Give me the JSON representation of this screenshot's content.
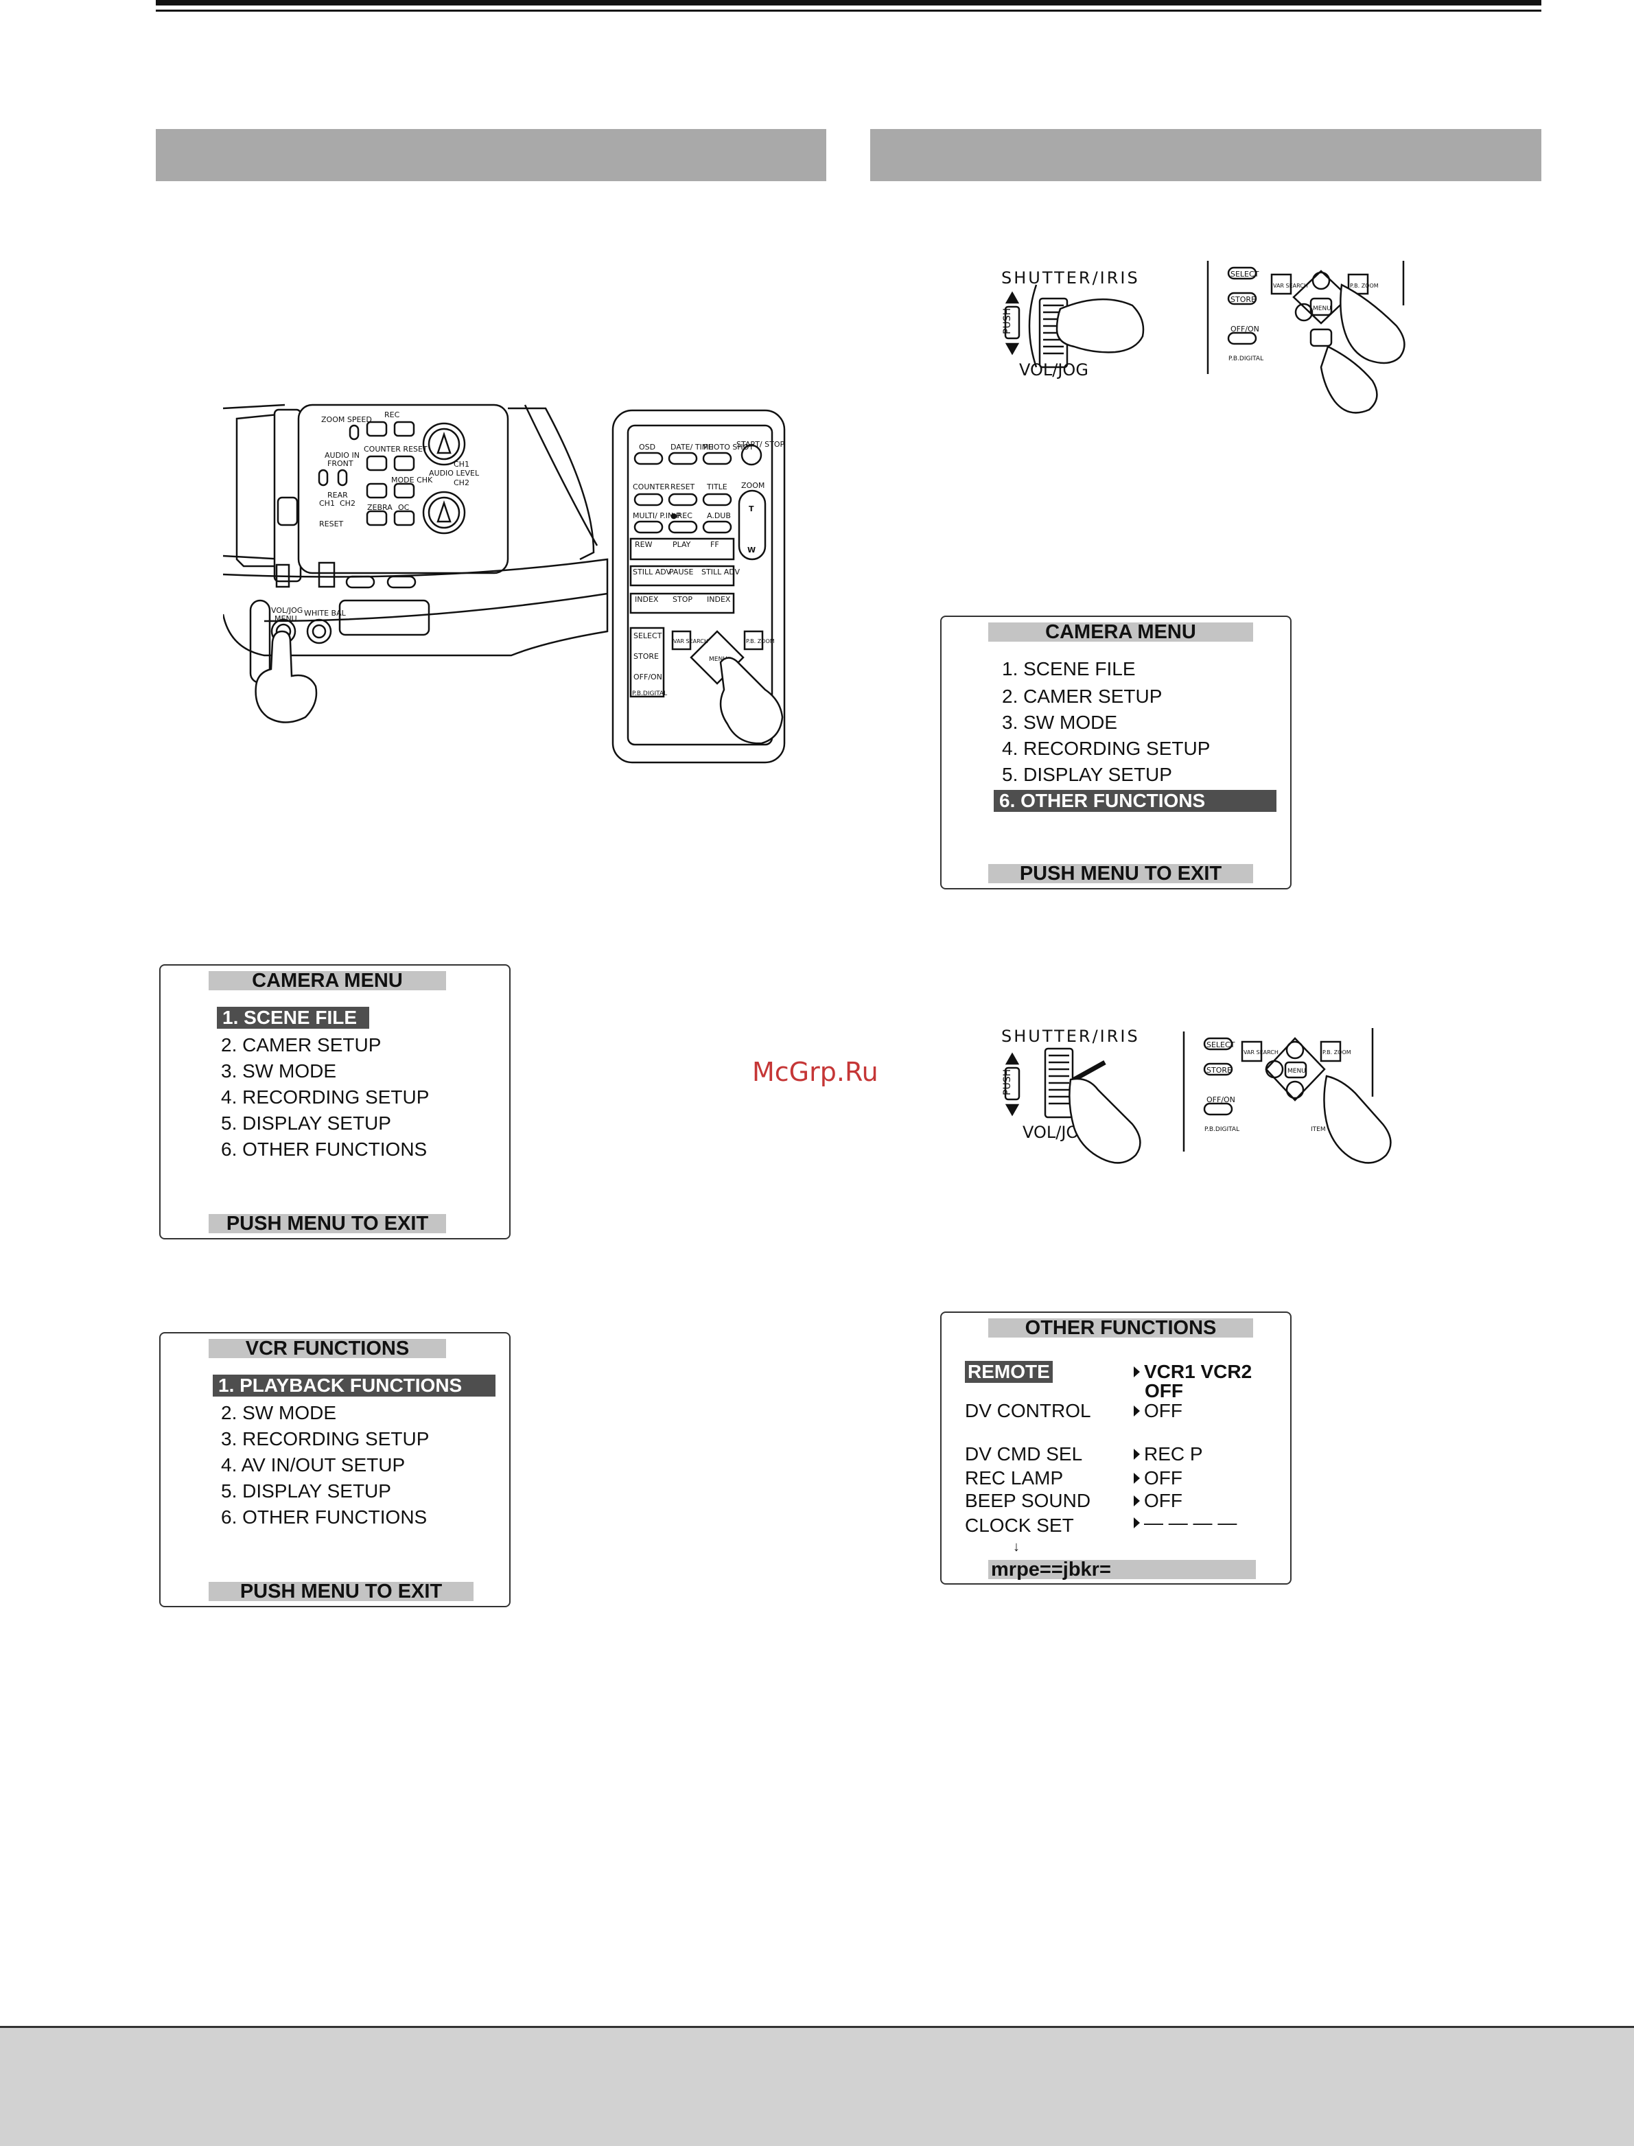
{
  "watermark": "McGrp.Ru",
  "camera_menu_1": {
    "title": "CAMERA MENU",
    "items": [
      "1. SCENE FILE",
      "2. CAMER SETUP",
      "3. SW MODE",
      "4. RECORDING SETUP",
      "5. DISPLAY SETUP",
      "6. OTHER FUNCTIONS"
    ],
    "footer": "PUSH MENU TO EXIT"
  },
  "vcr_functions": {
    "title": "VCR FUNCTIONS",
    "items": [
      "1. PLAYBACK FUNCTIONS",
      "2. SW MODE",
      "3. RECORDING SETUP",
      "4. AV IN/OUT SETUP",
      "5. DISPLAY SETUP",
      "6. OTHER FUNCTIONS"
    ],
    "footer": "PUSH MENU TO EXIT"
  },
  "camera_menu_2": {
    "title": "CAMERA MENU",
    "items": [
      "1. SCENE FILE",
      "2. CAMER SETUP",
      "3. SW MODE",
      "4. RECORDING SETUP",
      "5. DISPLAY SETUP",
      "6. OTHER FUNCTIONS"
    ],
    "footer": "PUSH MENU TO EXIT"
  },
  "other_functions": {
    "title": "OTHER FUNCTIONS",
    "rows": [
      {
        "label": "REMOTE",
        "value": "VCR1 VCR2",
        "value2": "OFF"
      },
      {
        "label": "DV CONTROL",
        "value": "OFF"
      },
      {
        "label": "DV CMD SEL",
        "value": "REC P"
      },
      {
        "label": "REC LAMP",
        "value": "OFF"
      },
      {
        "label": "BEEP SOUND",
        "value": "OFF"
      },
      {
        "label": "CLOCK SET",
        "value": "— — — —"
      }
    ],
    "arrow": "↓",
    "footer": "mrpe==jbkr="
  },
  "jog_1": {
    "top": "SHUTTER/IRIS",
    "bottom": "VOL/JOG",
    "push": "PUSH"
  },
  "jog_2": {
    "top": "SHUTTER/IRIS",
    "bottom": "VOL/JOG",
    "push": "PUSH"
  },
  "remote_keys": {
    "select": "SELECT",
    "store": "STORE",
    "offon": "OFF/ON",
    "vardigital": "P.B.DIGITAL",
    "menu": "MENU",
    "var_search": "VAR SEARCH",
    "pb_zoom": "P.B. ZOOM",
    "item": "ITEM"
  },
  "camera_panel": {
    "zoom_speed": "ZOOM SPEED",
    "rec": "REC",
    "counter_reset": "COUNTER  RESET",
    "audio_in": "AUDIO IN",
    "front": "FRONT",
    "rear": "REAR",
    "ch1": "CH1",
    "ch2": "CH2",
    "audio_level": "AUDIO LEVEL",
    "reset": "RESET",
    "zebra": "ZEBRA",
    "oc": "OC",
    "mode_chk": "MODE CHK",
    "vol_jog": "VOL/JOG",
    "menu": "MENU",
    "white_bal": "WHITE BAL"
  },
  "remote": {
    "osd": "OSD",
    "date_time": "DATE/ TIME",
    "photo_shot": "PHOTO SHOT",
    "start_stop": "START/ STOP",
    "counter": "COUNTER",
    "reset": "RESET",
    "title": "TITLE",
    "zoom": "ZOOM",
    "multi": "MULTI/ P.IN.P",
    "rec": "●REC",
    "adub": "A.DUB",
    "t": "T",
    "w": "W",
    "rew": "REW",
    "play": "PLAY",
    "ff": "FF",
    "still_adv_l": "STILL ADV",
    "pause": "PAUSE",
    "still_adv_r": "STILL ADV",
    "index_l": "INDEX",
    "stop": "STOP",
    "index_r": "INDEX",
    "select": "SELECT",
    "store": "STORE",
    "offon": "OFF/ON",
    "pbdigital": "P.B.DIGITAL",
    "var_search": "VAR SEARCH",
    "pb_zoom": "P.B. ZOOM",
    "menu": "MENU"
  }
}
